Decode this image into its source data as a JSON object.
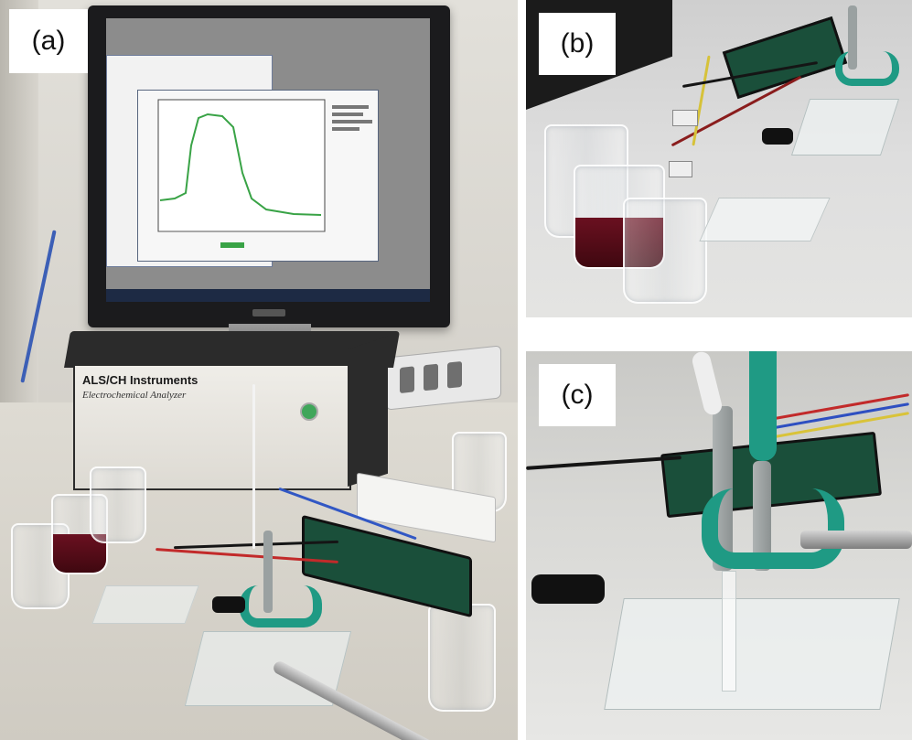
{
  "panels": {
    "a": {
      "label": "(a)"
    },
    "b": {
      "label": "(b)"
    },
    "c": {
      "label": "(c)"
    }
  },
  "instrument": {
    "brand": "ALS/CH Instruments",
    "subtitle": "Electrochemical Analyzer"
  },
  "colors": {
    "bench": "#d4d0c8",
    "analyzer_top": "#2b2b2b",
    "analyzer_front": "#e8e6e1",
    "clamp": "#1f9a84",
    "board": "#1a4f3a",
    "liquid": "#5a0c1a",
    "screen_bg": "#f7f7f7",
    "plot_curve": "#39a346"
  }
}
